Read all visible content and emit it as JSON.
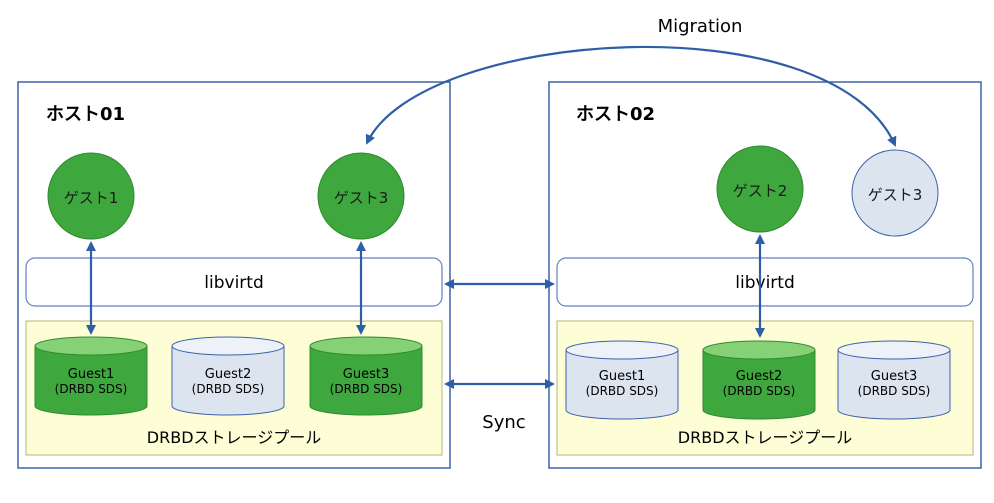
{
  "migration_label": "Migration",
  "sync_label": "Sync",
  "colors": {
    "host_border": "#3b63a8",
    "arrow": "#2f5ea8",
    "guest_active": "#3ea83e",
    "guest_active_top": "#86d176",
    "guest_inactive": "#dce4ef",
    "pool_bg": "#fdfdd6",
    "pool_border": "#b5b57a",
    "libvirtd_border": "#5d84c0"
  },
  "hosts": [
    {
      "title": "ホスト01",
      "libvirtd": "libvirtd",
      "pool_label": "DRBDストレージプール",
      "guests": [
        {
          "label": "ゲスト1",
          "active": true
        },
        {
          "label": "ゲスト3",
          "active": true
        }
      ],
      "volumes": [
        {
          "name": "Guest1",
          "sub": "(DRBD SDS)",
          "active": true
        },
        {
          "name": "Guest2",
          "sub": "(DRBD SDS)",
          "active": false
        },
        {
          "name": "Guest3",
          "sub": "(DRBD SDS)",
          "active": true
        }
      ]
    },
    {
      "title": "ホスト02",
      "libvirtd": "libvirtd",
      "pool_label": "DRBDストレージプール",
      "guests": [
        {
          "label": "ゲスト2",
          "active": true
        },
        {
          "label": "ゲスト3",
          "active": false
        }
      ],
      "volumes": [
        {
          "name": "Guest1",
          "sub": "(DRBD SDS)",
          "active": false
        },
        {
          "name": "Guest2",
          "sub": "(DRBD SDS)",
          "active": true
        },
        {
          "name": "Guest3",
          "sub": "(DRBD SDS)",
          "active": false
        }
      ]
    }
  ]
}
